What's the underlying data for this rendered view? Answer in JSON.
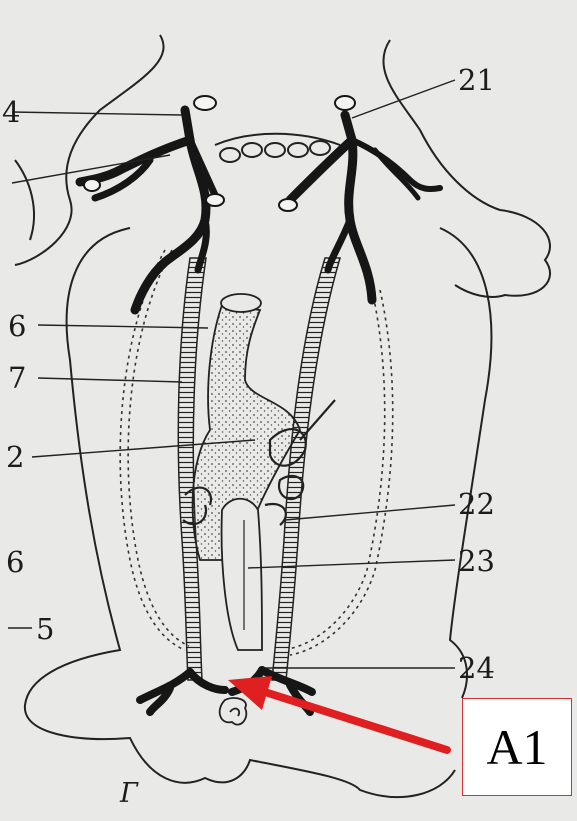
{
  "labels": {
    "left_top_partial": "4",
    "l6a": "6",
    "l7": "7",
    "l2": "2",
    "l6b": "6",
    "l5": "5",
    "r21": "21",
    "r22": "22",
    "r23": "23",
    "r24": "24",
    "bottom_letter": "Г"
  },
  "callout": {
    "text": "A1",
    "border_color": "#d83030",
    "arrow_color": "#e02020"
  },
  "colors": {
    "paper": "#e9e9e7",
    "ink": "#1c1c1c"
  }
}
